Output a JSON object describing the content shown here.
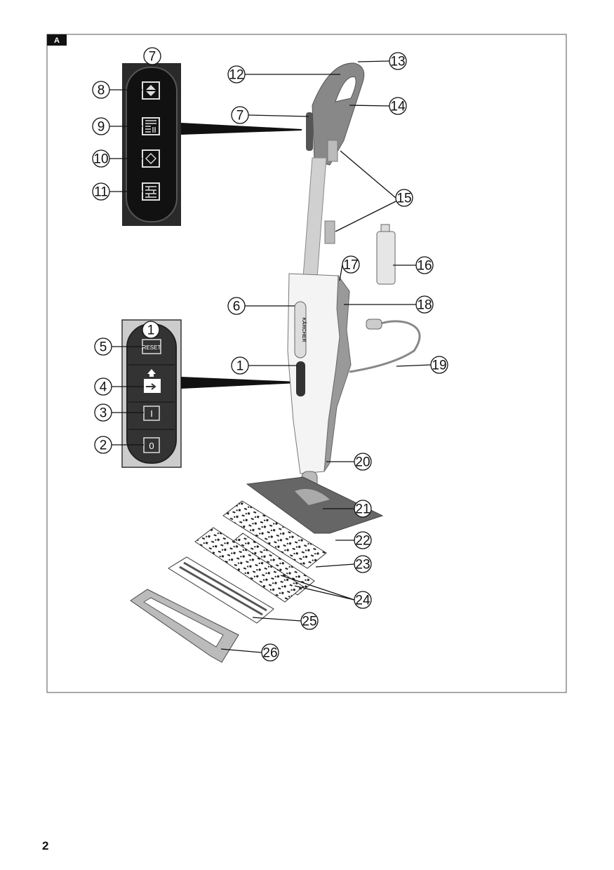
{
  "figure": {
    "section_label": "A",
    "brand_text": "KÄRCHER",
    "panel_top": {
      "buttons": [
        "steam-level-up-down",
        "parquet-mode",
        "tile-mode",
        "stone-floor-mode"
      ]
    },
    "panel_bottom": {
      "reset_label": "RESET",
      "on_label": "I",
      "off_label": "0"
    },
    "callouts": [
      "7",
      "8",
      "9",
      "10",
      "11",
      "12",
      "13",
      "14",
      "7",
      "15",
      "16",
      "17",
      "6",
      "18",
      "1",
      "5",
      "4",
      "3",
      "2",
      "1",
      "19",
      "20",
      "21",
      "22",
      "23",
      "24",
      "25",
      "26"
    ]
  },
  "page_number": "2"
}
